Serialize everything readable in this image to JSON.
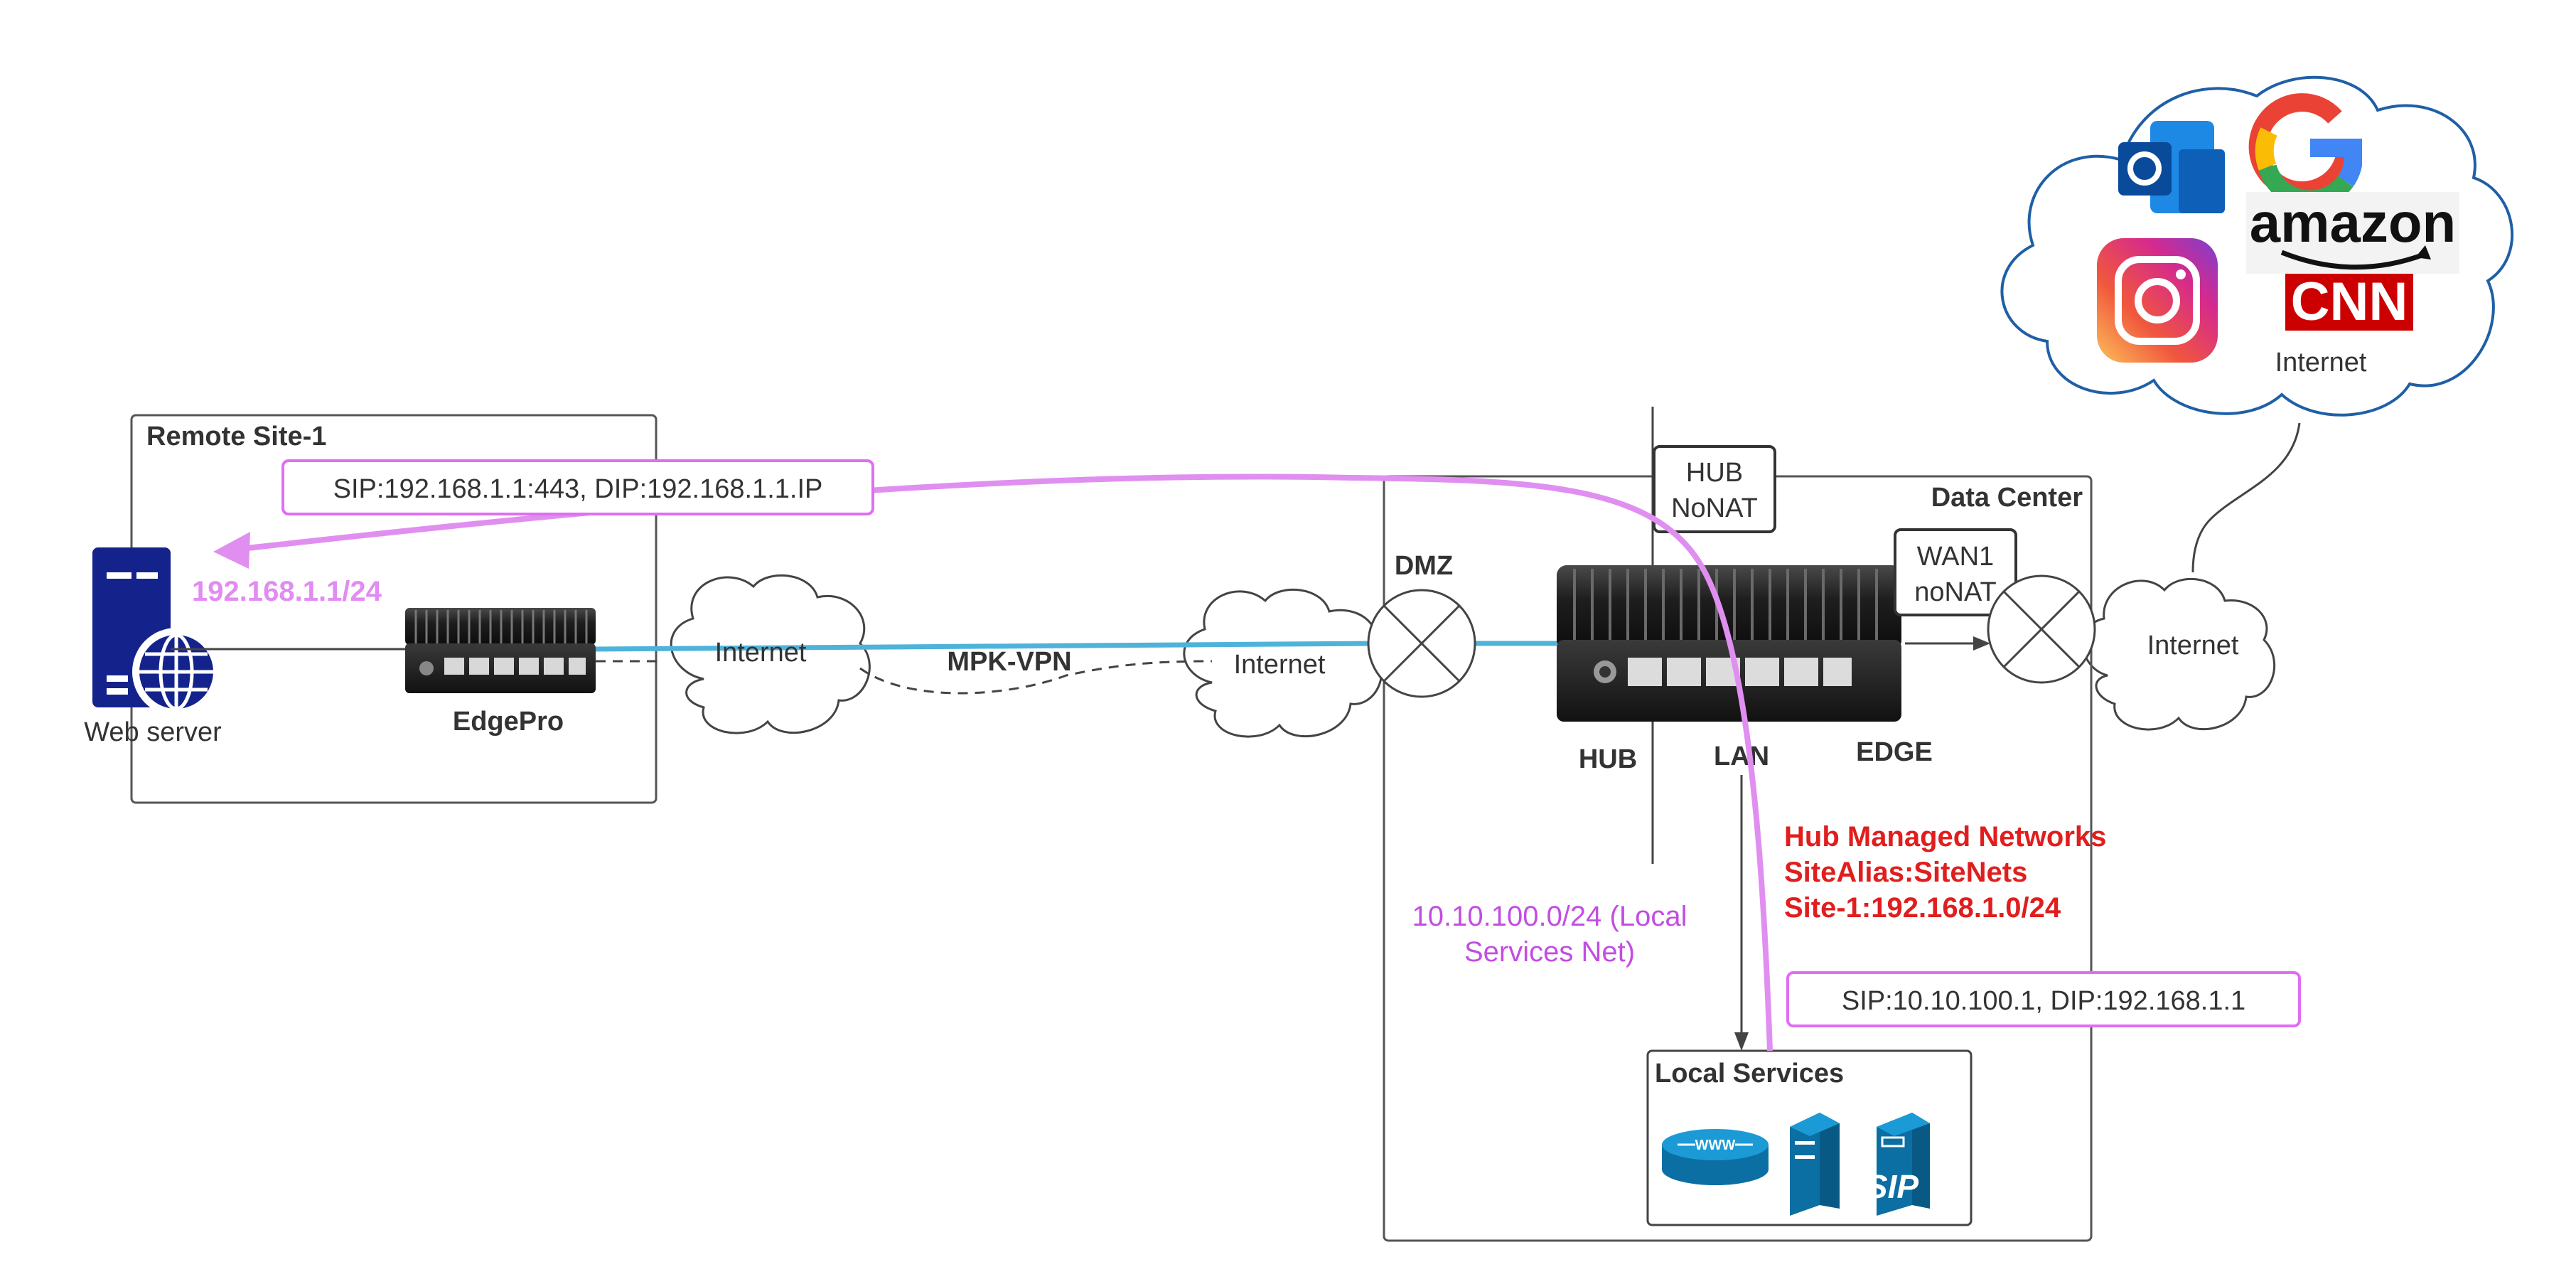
{
  "remote_site": {
    "title": "Remote Site-1",
    "sip_dip_label": "SIP:192.168.1.1:443, DIP:192.168.1.1.IP",
    "subnet_label": "192.168.1.1/24",
    "web_server_label": "Web server",
    "edgepro_label": "EdgePro"
  },
  "links": {
    "internet_left": "Internet",
    "vpn_label": "MPK-VPN",
    "internet_mid": "Internet",
    "internet_right": "Internet"
  },
  "data_center": {
    "title": "Data Center",
    "dmz_label": "DMZ",
    "hub_nonat_line1": "HUB",
    "hub_nonat_line2": "NoNAT",
    "wan1_line1": "WAN1",
    "wan1_line2": "noNAT",
    "hub_label": "HUB",
    "lan_label": "LAN",
    "edge_label": "EDGE",
    "local_net_line1": "10.10.100.0/24 (Local",
    "local_net_line2": "Services Net)",
    "managed_line1": "Hub Managed Networks",
    "managed_line2": "SiteAlias:SiteNets",
    "managed_line3": "Site-1:192.168.1.0/24",
    "sip_dip_label": "SIP:10.10.100.1, DIP:192.168.1.1",
    "local_services_title": "Local Services"
  },
  "cloud": {
    "label": "Internet",
    "amazon_label": "amazon",
    "cnn_label": "CNN",
    "icons": [
      "outlook-icon",
      "google-icon",
      "amazon-logo",
      "instagram-icon",
      "cnn-logo"
    ]
  },
  "colors": {
    "vpn_line": "#4fb3d9",
    "flow_arrow": "#e08ff0",
    "subnet_text": "#e28bf2",
    "local_net_text": "#c24de3",
    "managed_text": "#e01e1e",
    "label_box_border": "#e06ef3",
    "cloud_stroke": "#1f5fa6",
    "server_blue": "#14238c"
  }
}
